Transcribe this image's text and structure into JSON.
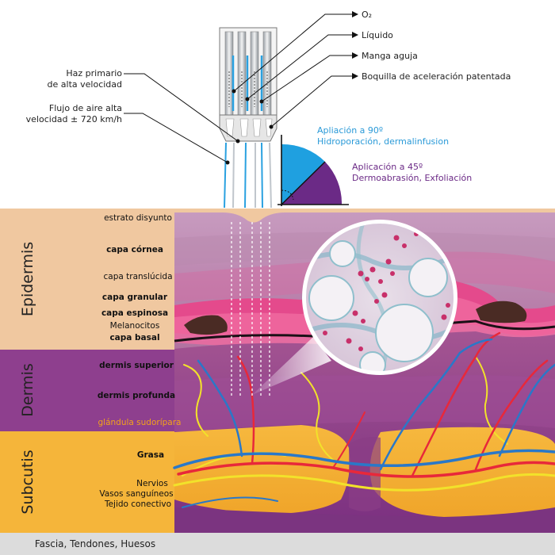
{
  "callouts": {
    "o2": "O₂",
    "liquid": "Líquido",
    "needle_sleeve": "Manga aguja",
    "nozzle": "Boquilla de aceleración patentada",
    "primary_beam_1": "Haz primario",
    "primary_beam_2": "de alta velocidad",
    "airflow_1": "Flujo de aire alta",
    "airflow_2": "velocidad ± 720 km/h"
  },
  "angles": {
    "a90_line1": "Apliación a 90º",
    "a90_line2": "Hidroporación, dermalinfusion",
    "a45_line1": "Aplicación a 45º",
    "a45_line2": "Dermoabrasión, Exfoliación",
    "blue": "#1fa0e0",
    "purple": "#6b2a86"
  },
  "sections": {
    "epidermis": "Epidermis",
    "dermis": "Dermis",
    "subcutis": "Subcutis"
  },
  "layers": {
    "estrato": "estrato disyunto",
    "cornea": "capa córnea",
    "traslucida": "capa translúcida",
    "granular": "capa granular",
    "espinosa": "capa espinosa",
    "melanocitos": "Melanocitos",
    "basal": "capa basal",
    "dermis_sup": "dermis superior",
    "dermis_prof": "dermis profunda",
    "glandula": "glándula sudorípara",
    "grasa": "Grasa",
    "nervios": "Nervios",
    "vasos": "Vasos sanguíneos",
    "tejido": "Tejido conectivo"
  },
  "footer": "Fascia, Tendones, Huesos",
  "colors": {
    "epidermis_band": "#f0c8a0",
    "dermis_band": "#8e3f8e",
    "subcutis_band": "#f5b53a",
    "footer_band": "#dcdcdc",
    "artery": "#e8283a",
    "vein": "#2a78c8",
    "nerve": "#f2e22a"
  }
}
